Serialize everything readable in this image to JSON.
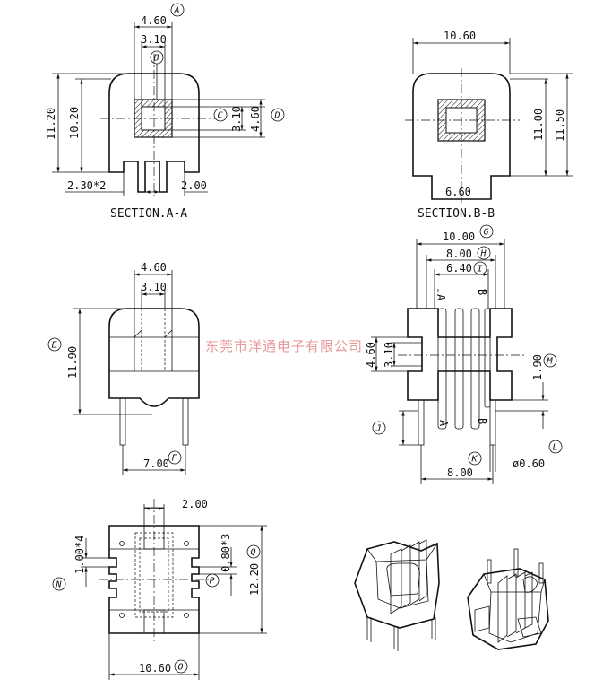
{
  "sections": {
    "a_title": "SECTION.A-A",
    "b_title": "SECTION.B-B"
  },
  "dims": {
    "a_width_outer": "4.60",
    "a_width_inner": "3.10",
    "a_height_outer": "11.20",
    "a_height_inner": "10.20",
    "a_core_h_inner": "3.10",
    "a_core_h_outer": "4.60",
    "a_pin_pitch": "2.30*2",
    "a_pin_gap": "2.00",
    "b_width": "10.60",
    "b_height_inner": "11.00",
    "b_height_outer": "11.50",
    "b_base": "6.60",
    "e_width_outer": "4.60",
    "e_width_inner": "3.10",
    "e_height": "11.90",
    "e_pin_span": "7.00",
    "g_width": "10.00",
    "h_width": "8.00",
    "i_width": "6.40",
    "g_core_outer": "4.60",
    "g_core_inner": "3.10",
    "m_height": "1.90",
    "k_pin_span": "8.00",
    "l_pin_dia": "ø0.60",
    "bottom_top_width": "2.00",
    "n_rib": "1.00*4",
    "p_gap": "0.80*3",
    "q_height": "12.20",
    "o_width": "10.60"
  },
  "callouts": [
    "A",
    "B",
    "C",
    "D",
    "E",
    "F",
    "G",
    "H",
    "I",
    "J",
    "K",
    "L",
    "M",
    "N",
    "O",
    "P",
    "Q"
  ],
  "section_marks": {
    "a": "A",
    "b": "B"
  },
  "watermark": "东莞市洋通电子有限公司",
  "colors": {
    "line": "#111111",
    "watermark": "#e89a9a"
  }
}
